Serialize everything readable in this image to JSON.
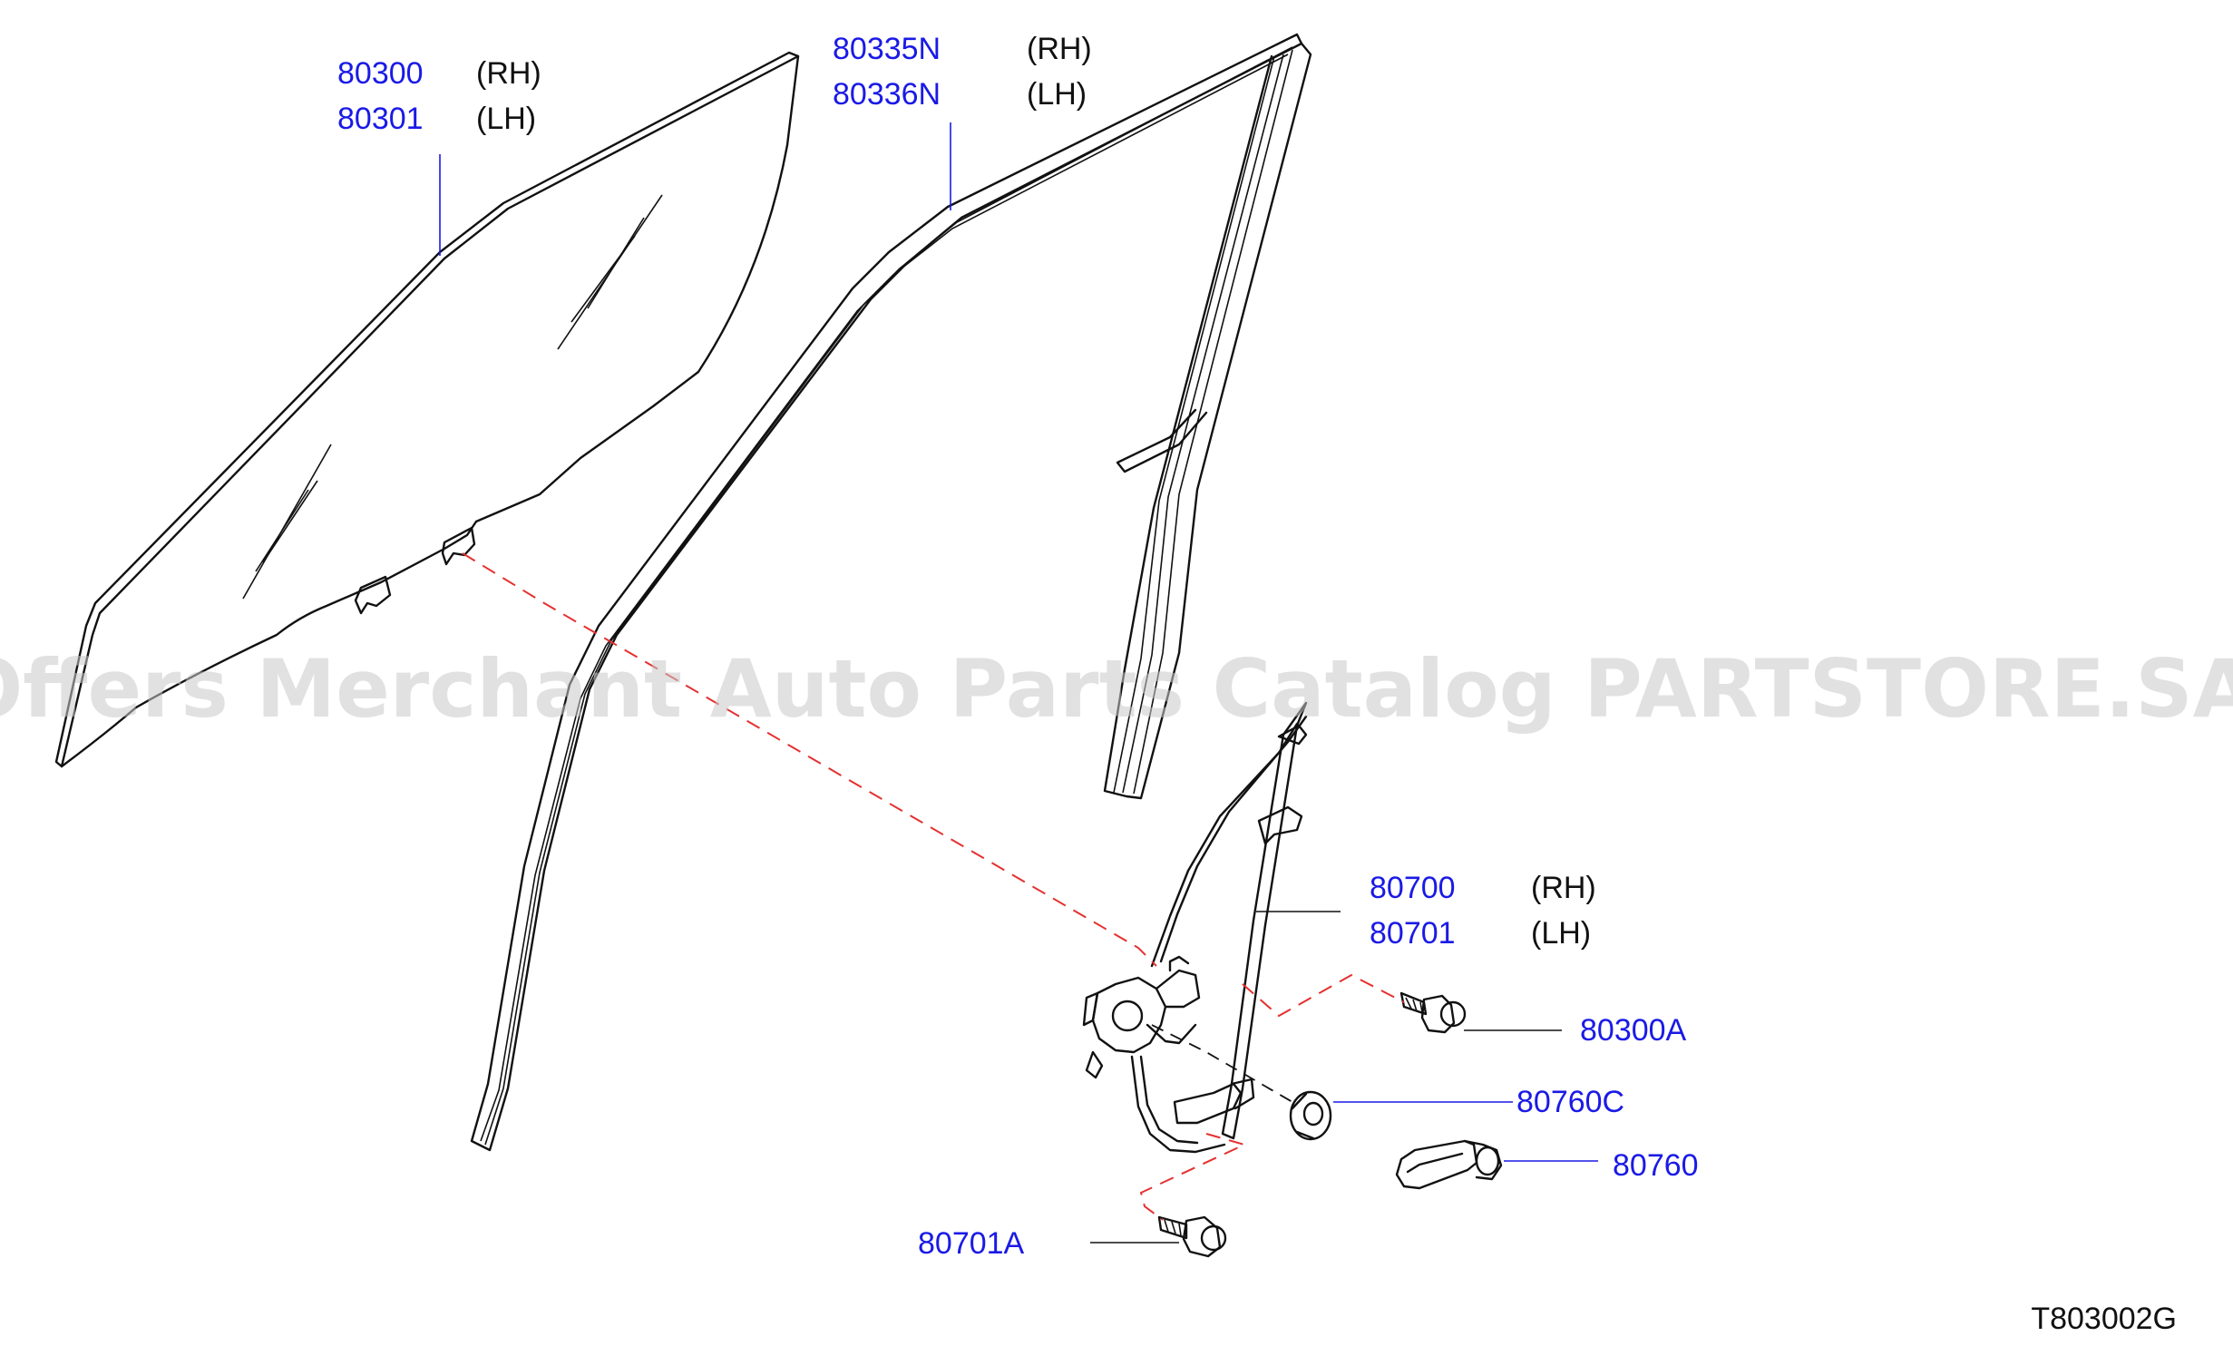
{
  "watermark": "Offers Merchant Auto Parts Catalog PARTSTORE.SA",
  "diagram_code": "T803002G",
  "colors": {
    "part_number": "#1a1ae6",
    "dashed_connector": "#e53030",
    "line_art": "#111111",
    "watermark": "#c9c9c9"
  },
  "parts": {
    "glass": {
      "rh": "80300",
      "rh_side": "(RH)",
      "lh": "80301",
      "lh_side": "(LH)"
    },
    "run_channel": {
      "rh": "80335N",
      "rh_side": "(RH)",
      "lh": "80336N",
      "lh_side": "(LH)"
    },
    "regulator": {
      "rh": "80700",
      "rh_side": "(RH)",
      "lh": "80701",
      "lh_side": "(LH)"
    },
    "bolt_upper": {
      "number": "80300A"
    },
    "handle_seat": {
      "number": "80760C"
    },
    "handle": {
      "number": "80760"
    },
    "bolt_lower": {
      "number": "80701A"
    }
  }
}
